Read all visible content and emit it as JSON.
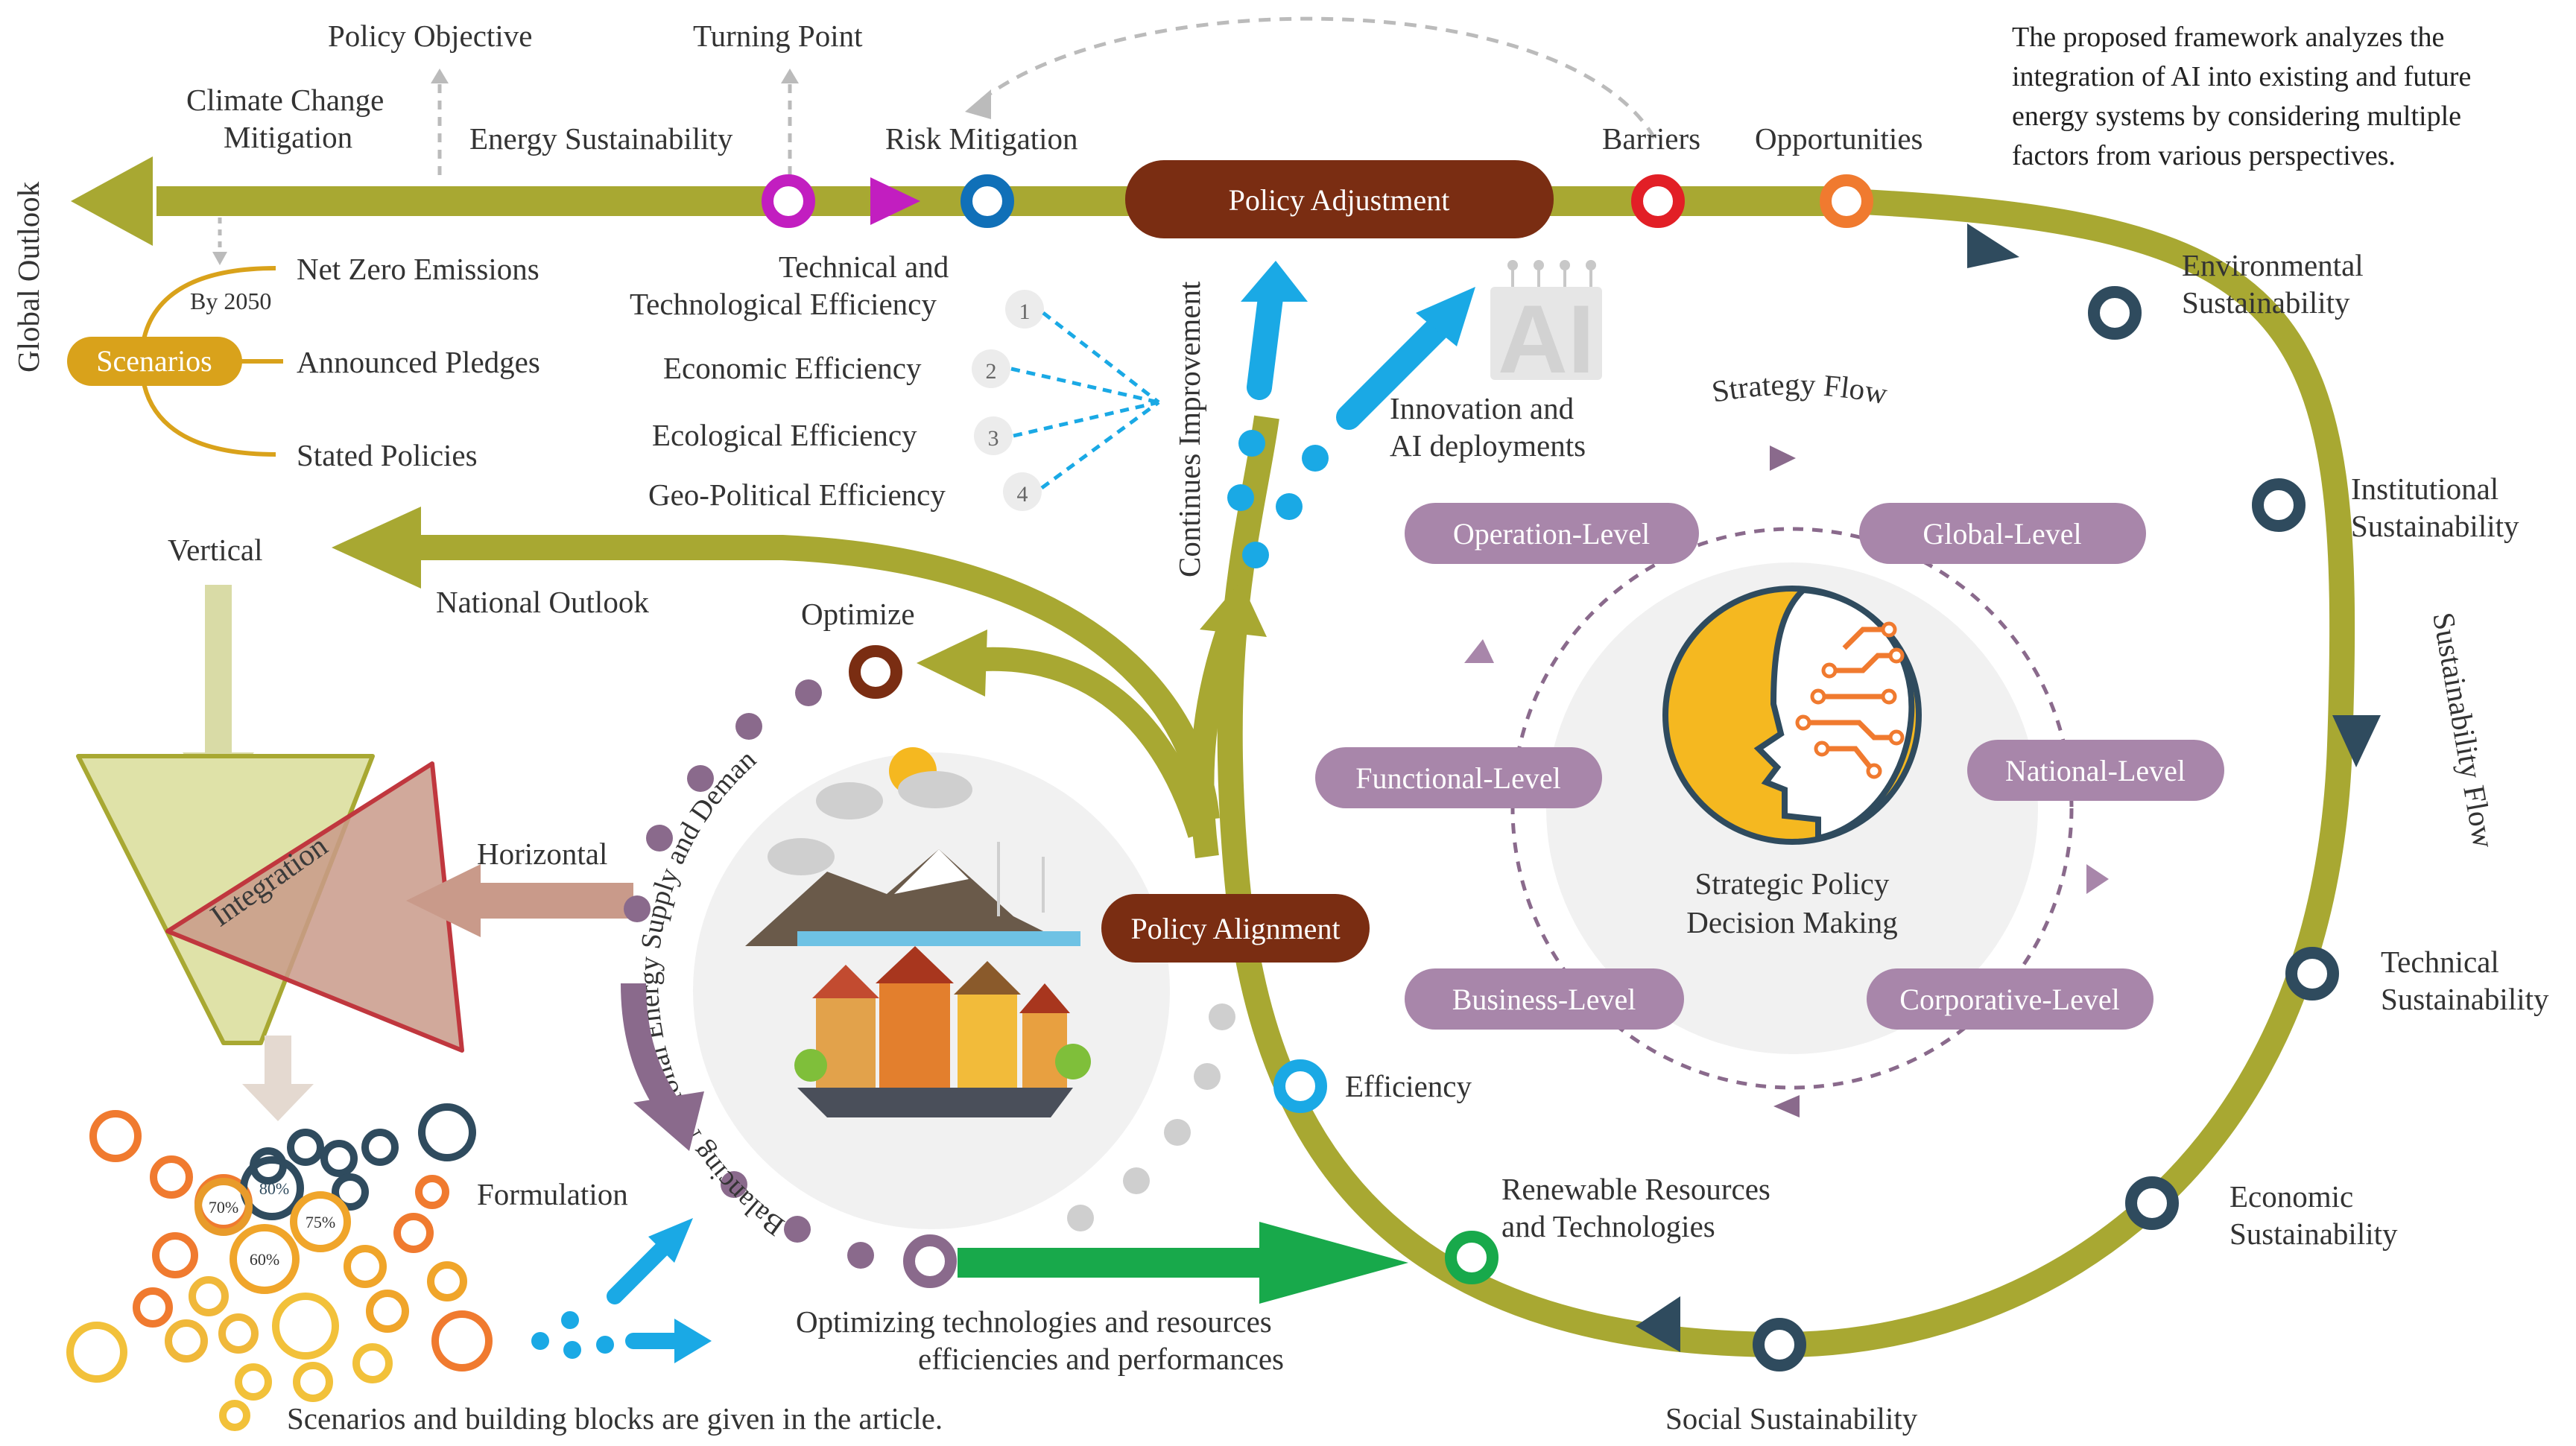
{
  "colors": {
    "olive": "#a8a832",
    "dark_red": "#7a2d12",
    "purple": "#a886aa",
    "purple_dark": "#8a6a8c",
    "gold": "#d9a21b",
    "sky": "#1aa9e5",
    "navy": "#2f4b5e",
    "green": "#18a94b",
    "magenta": "#c21ec0",
    "red": "#e21f26",
    "orange": "#f07a2f"
  },
  "top_labels": {
    "policy_objective": "Policy Objective",
    "turning_point": "Turning Point",
    "climate_change": [
      "Climate Change",
      "Mitigation"
    ],
    "energy_sustainability": "Energy Sustainability",
    "risk_mitigation": "Risk Mitigation",
    "barriers": "Barriers",
    "opportunities": "Opportunities",
    "policy_adjustment": "Policy Adjustment",
    "global_outlook": "Global Outlook"
  },
  "framework_note": [
    "The proposed framework analyzes the",
    "integration of AI into existing and future",
    "energy systems by considering multiple",
    "factors from various perspectives."
  ],
  "scenarios": {
    "label": "Scenarios",
    "by_year": "By 2050",
    "items": [
      "Net Zero Emissions",
      "Announced Pledges",
      "Stated Policies"
    ]
  },
  "efficiencies": {
    "items": [
      {
        "num": "1",
        "label": [
          "Technical and",
          "Technological Efficiency"
        ]
      },
      {
        "num": "2",
        "label": [
          "Economic Efficiency"
        ]
      },
      {
        "num": "3",
        "label": [
          "Ecological Efficiency"
        ]
      },
      {
        "num": "4",
        "label": [
          "Geo-Political Efficiency"
        ]
      }
    ],
    "continues": "Continues Improvement"
  },
  "innovation": [
    "Innovation and",
    "AI deployments"
  ],
  "ai_logo": "AI",
  "national": {
    "outlook": "National Outlook",
    "vertical": "Vertical",
    "horizontal": "Horizontal",
    "integration": "Integration",
    "optimize": "Optimize",
    "formulation": "Formulation",
    "balancing": "Balancing National Energy Supply and Demand",
    "policy_alignment": "Policy Alignment"
  },
  "gear_percents": [
    "80%",
    "70%",
    "75%",
    "60%"
  ],
  "strategy": {
    "flow": "Strategy Flow",
    "center": [
      "Strategic Policy",
      "Decision Making"
    ],
    "levels": {
      "operation": "Operation-Level",
      "global": "Global-Level",
      "functional": "Functional-Level",
      "national": "National-Level",
      "business": "Business-Level",
      "corporative": "Corporative-Level"
    }
  },
  "sustainability": {
    "flow": "Sustainability Flow",
    "environmental": [
      "Environmental",
      "Sustainability"
    ],
    "institutional": [
      "Institutional",
      "Sustainability"
    ],
    "technical": [
      "Technical",
      "Sustainability"
    ],
    "economic": [
      "Economic",
      "Sustainability"
    ],
    "social": "Social Sustainability"
  },
  "bottom": {
    "efficiency": "Efficiency",
    "renewable": [
      "Renewable Resources",
      "and Technologies"
    ],
    "optimizing": [
      "Optimizing technologies and resources",
      "efficiencies and performances"
    ],
    "footnote": "Scenarios and building blocks are given in the article."
  }
}
